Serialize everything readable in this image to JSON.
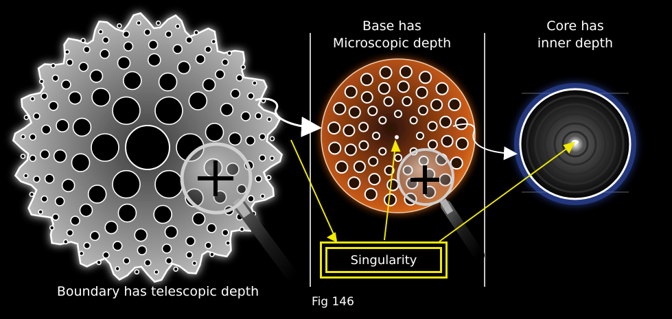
{
  "labels": {
    "base_line1": "Base has",
    "base_line2": "Microscopic depth",
    "core_line1": "Core has",
    "core_line2": "inner depth",
    "boundary": "Boundary has telescopic depth",
    "figure": "Fig 146",
    "singularity": "Singularity"
  },
  "colors": {
    "background": "#000000",
    "highlight": "#f2ea00",
    "base_glow": "#c85a14",
    "core_ring": "#4a6bd6",
    "outline": "#ffffff"
  },
  "icons": [
    "magnifier-icon",
    "plus-icon",
    "arrow-icon"
  ]
}
